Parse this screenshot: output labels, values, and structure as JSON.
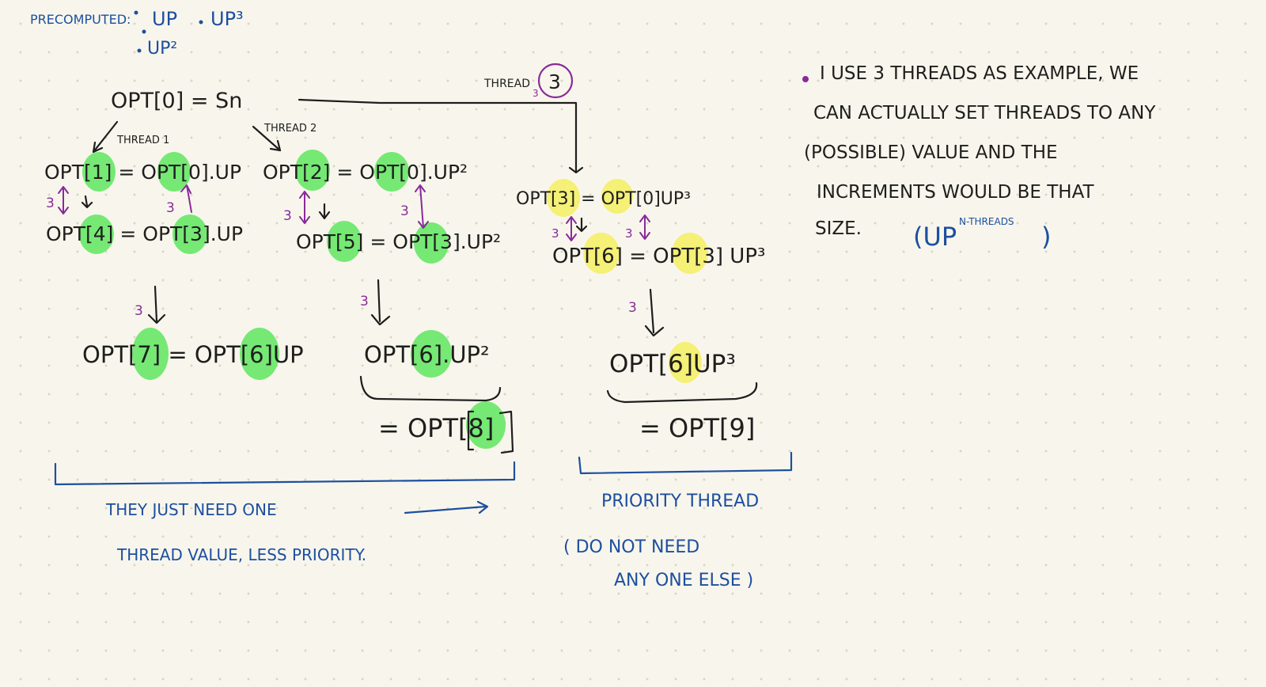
{
  "header": {
    "precomputed": "PRECOMPUTED:",
    "up1": "UP",
    "up3": "UP³",
    "up2": "UP²"
  },
  "root": "OPT[0] = Sn",
  "threads": {
    "t1": "THREAD 1",
    "t2": "THREAD 2",
    "t3": "THREAD",
    "t3_num": "3"
  },
  "col1": {
    "eq1": "OPT[1] = OPT[0].UP",
    "eq2": "OPT[4] = OPT[3].UP",
    "eq3": "OPT[7] = OPT[6]UP"
  },
  "col2": {
    "eq1": "OPT[2] = OPT[0].UP²",
    "eq2": "OPT[5] = OPT[3].UP²",
    "eq3": "OPT[6].UP²",
    "eq3b": "= OPT[8]"
  },
  "col3": {
    "eq1": "OPT[3] = OPT[0]UP³",
    "eq2": "OPT[6] = OPT[3] UP³",
    "eq3": "OPT[6]UP³",
    "eq3b": "= OPT[9]"
  },
  "dep_label": "3",
  "notes": {
    "left_line1": "THEY JUST NEED ONE",
    "left_line2": "THREAD VALUE, LESS PRIORITY.",
    "right_line1": "PRIORITY THREAD",
    "right_line2": "( DO NOT NEED",
    "right_line3": "ANY ONE ELSE )"
  },
  "side_note": {
    "line1": "I USE 3 THREADS AS EXAMPLE, WE",
    "line2": "CAN ACTUALLY SET THREADS TO ANY",
    "line3": "(POSSIBLE) VALUE AND THE",
    "line4": "INCREMENTS WOULD BE THAT",
    "line5": "SIZE.",
    "formula": "(UP",
    "formula_sup": "N-THREADS",
    "formula_end": ")"
  }
}
